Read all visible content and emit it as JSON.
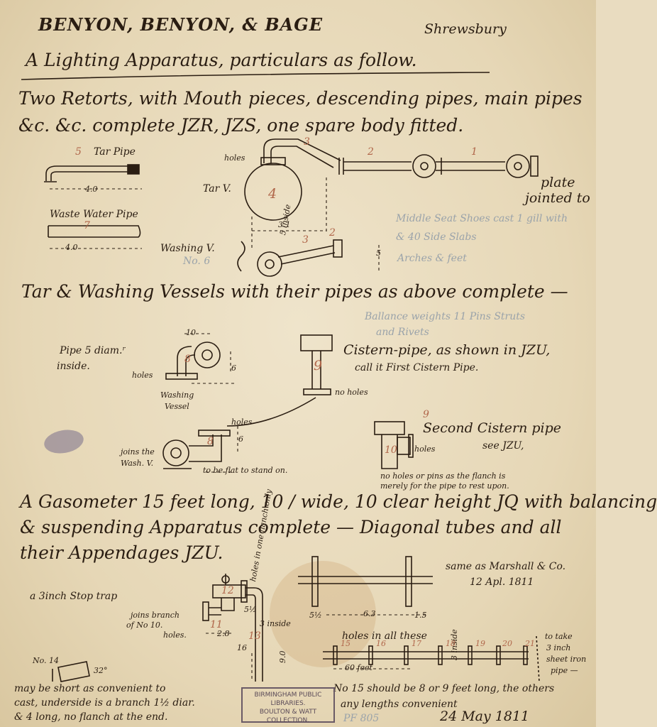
{
  "title": {
    "firm": "BENYON, BENYON, & BAGE",
    "place": "Shrewsbury",
    "subtitle": "A Lighting Apparatus, particulars as follow."
  },
  "section1": {
    "line1": "Two Retorts, with Mouth pieces, descending pipes, main pipes",
    "line2": "&c. &c. complete JZR, JZS,  one spare body fitted."
  },
  "tar_pipe": {
    "label": "Tar Pipe",
    "num": "5",
    "dim": "4.0"
  },
  "waste_pipe": {
    "label": "Waste Water Pipe",
    "num": "7",
    "dim": "4.0"
  },
  "retort": {
    "holes": "holes",
    "tar_v": "Tar V.",
    "num_vessel": "4",
    "n1": "1",
    "n2": "2",
    "n3": "3",
    "plate": "plate",
    "jointed": "jointed to",
    "dim31": "3.1",
    "n3b": "3",
    "n2b": "2",
    "five_inside": "5 inside",
    "dim5": "5"
  },
  "washing": {
    "label": "Washing V.",
    "no6": "No. 6"
  },
  "pencil_notes": {
    "p1": "Middle Seat Shoes cast 1 gill with",
    "p2": "& 40 Side Slabs",
    "p3": "Arches & feet",
    "p4": "Ballance weights 11 Pins Struts",
    "p5": "and Rivets"
  },
  "section2": {
    "line": "Tar & Washing Vessels with their pipes as above complete —"
  },
  "pipe5": {
    "dim10": "10",
    "label1": "Pipe 5 diam.ʳ",
    "label2": "inside.",
    "holes": "holes",
    "n8": "8",
    "dim6": "6",
    "washing": "Washing",
    "vessel": "Vessel"
  },
  "cistern": {
    "n9": "9",
    "desc1": "Cistern-pipe, as shown in JZU,",
    "desc2": "call it First Cistern Pipe.",
    "noholes": "no holes"
  },
  "joins": {
    "holes": "holes",
    "n8": "8",
    "dim6": "6",
    "joins1": "joins the",
    "joins2": "Wash. V.",
    "flat": "to be flat to stand on."
  },
  "second": {
    "n9": "9",
    "n10": "10",
    "holes": "holes",
    "label": "Second Cistern pipe",
    "see": "see JZU,",
    "note1": "no holes or pins as the flanch is",
    "note2": "merely for the pipe to rest upon."
  },
  "section3": {
    "line1": "A Gasometer 15 feet long, 10 / wide, 10 clear height JQ with balancing",
    "line2": "& suspending Apparatus complete — Diagonal tubes and all",
    "line3": "their Appendages JZU."
  },
  "stoptrap": {
    "label": "a 3inch Stop trap",
    "joins1": "joins branch",
    "joins2": "of No 10.",
    "joins3": "holes.",
    "n12": "12",
    "n11": "11",
    "n13": "13",
    "holes_flanch": "holes in one flanch only",
    "dim28": "2.8",
    "dim16": "16",
    "three_inside": "3 inside",
    "dim90": "9.0",
    "dim51": "5½"
  },
  "gaso": {
    "same": "same as Marshall & Co.",
    "date": "12 Apl. 1811",
    "d1": "5½",
    "dim63": "6.3",
    "d2": "1.5",
    "holes_all": "holes in all these",
    "take1": "to take",
    "take2": "3 inch",
    "take3": "sheet iron",
    "take4": "pipe —",
    "sixty": "60 feet",
    "three_in": "3 inside",
    "n15": "15",
    "n16": "16",
    "n17": "17",
    "n18": "18",
    "n19": "19",
    "n20": "20",
    "n21": "21"
  },
  "piece14": {
    "no": "No. 14",
    "deg": "32°"
  },
  "bottom": {
    "left1": "may be short as convenient to",
    "left2": "cast, underside is a branch 1½ diar.",
    "left3": "& 4 long, no flanch at the end.",
    "right1": "No 15 should be 8 or 9 feet long, the others",
    "right2": "any lengths convenient",
    "date": "24 May 1811",
    "ref": "PF 805"
  },
  "stamp": {
    "l1": "BIRMINGHAM PUBLIC",
    "l2": "LIBRARIES.",
    "l3": "BOULTON & WATT",
    "l4": "COLLECTION."
  },
  "colors": {
    "paper": "#e9dcc0",
    "ink": "#2a1d12",
    "red_ink": "#b0664a",
    "pencil": "#9aa3aa"
  }
}
